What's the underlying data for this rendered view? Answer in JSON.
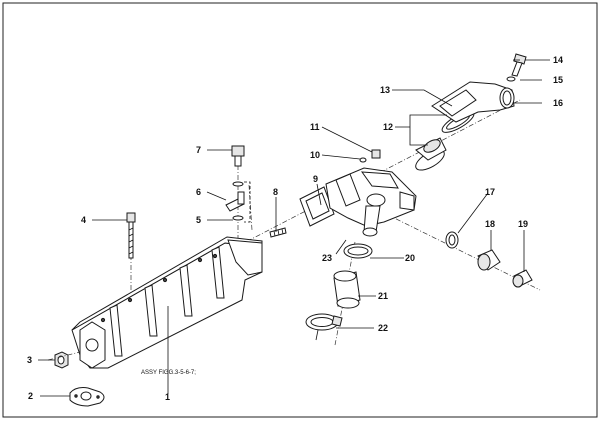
{
  "diagram": {
    "assembly_note": "ASSY FIGG.3-5-6-7;",
    "callouts": [
      "1",
      "2",
      "3",
      "4",
      "5",
      "6",
      "7",
      "8",
      "9",
      "10",
      "11",
      "12",
      "13",
      "14",
      "15",
      "16",
      "17",
      "18",
      "19",
      "20",
      "21",
      "22",
      "23"
    ]
  }
}
